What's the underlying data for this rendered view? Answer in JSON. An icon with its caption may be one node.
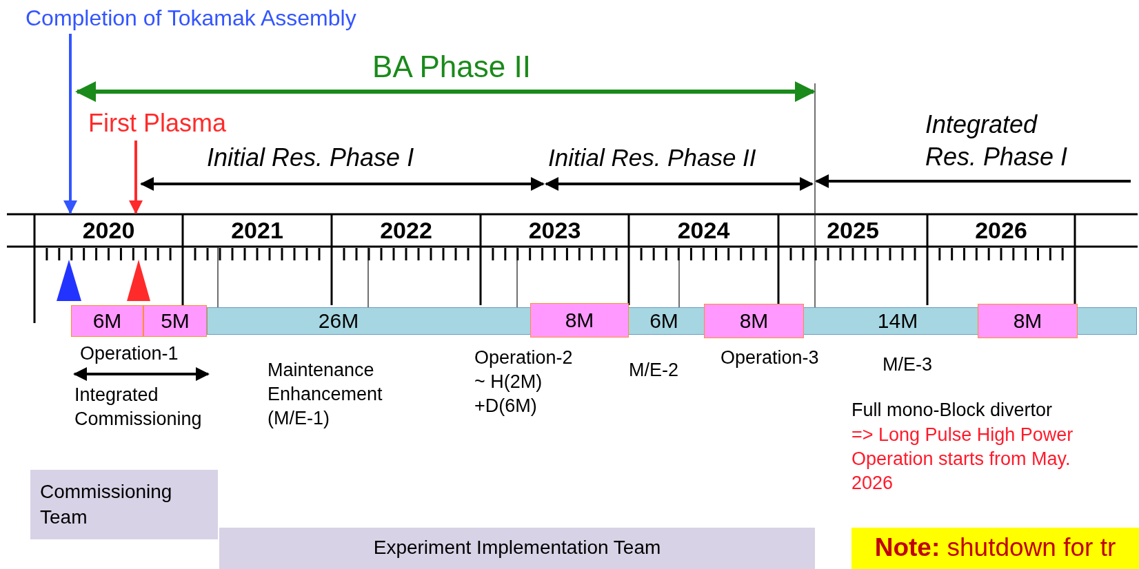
{
  "diagram": {
    "nodes": [
      {
        "text": [
          "Completion of Tokamak Assembly"
        ]
      },
      {
        "text": [
          "First Plasma"
        ]
      },
      {
        "text": [
          "2020"
        ]
      },
      {
        "text": [
          "2021"
        ]
      },
      {
        "text": [
          "2022"
        ]
      },
      {
        "text": [
          "2023"
        ]
      },
      {
        "text": [
          "2024"
        ]
      },
      {
        "text": [
          "2025"
        ]
      },
      {
        "text": [
          "2026"
        ]
      },
      {
        "text": [
          "26M",
          "6M",
          "14M"
        ]
      },
      {
        "text": [
          "6M"
        ]
      },
      {
        "text": [
          "5M"
        ]
      },
      {
        "text": [
          "8M"
        ]
      },
      {
        "text": [
          "8M"
        ]
      },
      {
        "text": [
          "8M"
        ]
      },
      {
        "text": [
          "Commissioning Team"
        ]
      },
      {
        "text": [
          "Experiment Implementation Team"
        ]
      },
      {
        "text": [
          "**Note:** shutdown for tr"
        ]
      }
    ],
    "edges": [
      {
        "from": 0,
        "to": 2,
        "arrow": "to",
        "color": "#3355ff"
      },
      {
        "from": 1,
        "to": 2,
        "arrow": "to",
        "color": "#ff2a2a"
      }
    ],
    "labels": [
      "BA Phase II",
      "Initial Res. Phase I",
      "Initial Res. Phase II",
      "Integrated Res. Phase I",
      "Operation-1",
      "Integrated Commissioning",
      "Maintenance Enhancement (M/E-1)",
      "Operation-2 ~ H(2M) +D(6M)",
      "M/E-2",
      "Operation-3",
      "M/E-3",
      "Full mono-Block divertor",
      "=> Long Pulse High Power Operation starts from May. 2026"
    ]
  }
}
